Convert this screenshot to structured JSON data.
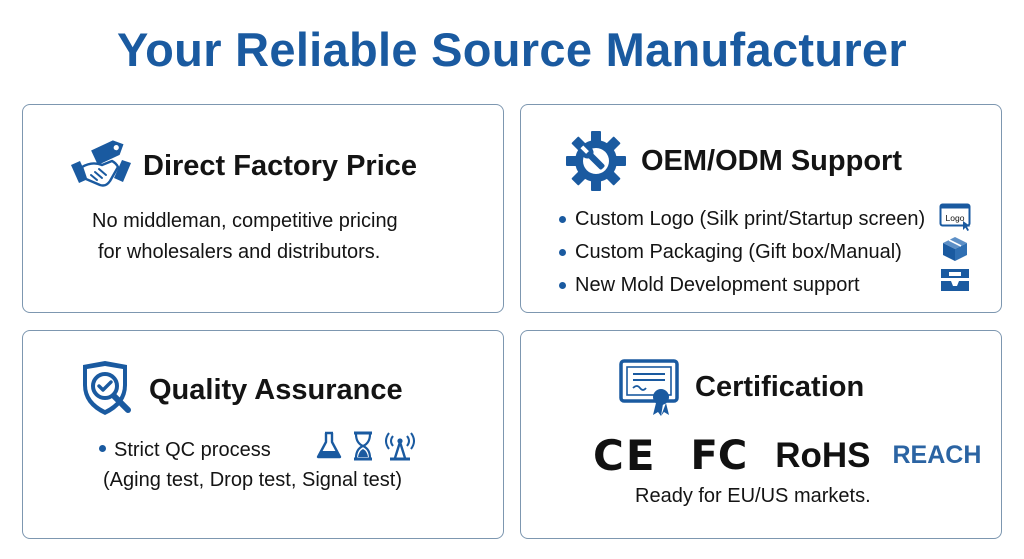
{
  "title": "Your Reliable Source Manufacturer",
  "colors": {
    "brand_blue": "#1a5aa0",
    "card_border": "#7d97b0",
    "text": "#141414"
  },
  "cards": {
    "price": {
      "icon": "handshake-price-tag-icon",
      "heading": "Direct Factory Price",
      "lines": [
        "No middleman, competitive pricing",
        "for wholesalers and distributors."
      ]
    },
    "oem": {
      "icon": "gear-wrench-icon",
      "heading": "OEM/ODM Support",
      "items": [
        {
          "text": "Custom Logo (Silk print/Startup screen)",
          "icon": "logo-screen-icon",
          "icon_label": "Logo"
        },
        {
          "text": "Custom Packaging (Gift box/Manual)",
          "icon": "gift-box-icon"
        },
        {
          "text": "New Mold Development support",
          "icon": "mold-icon"
        }
      ]
    },
    "quality": {
      "icon": "shield-magnifier-check-icon",
      "heading": "Quality Assurance",
      "bullet": "Strict QC process",
      "detail": "(Aging test, Drop test, Signal test)",
      "test_icons": [
        "flask-icon",
        "hourglass-icon",
        "signal-antenna-icon"
      ]
    },
    "cert": {
      "icon": "certificate-icon",
      "heading": "Certification",
      "marks": [
        "CE",
        "FC",
        "RoHS",
        "REACH"
      ],
      "footer": "Ready for EU/US markets."
    }
  }
}
